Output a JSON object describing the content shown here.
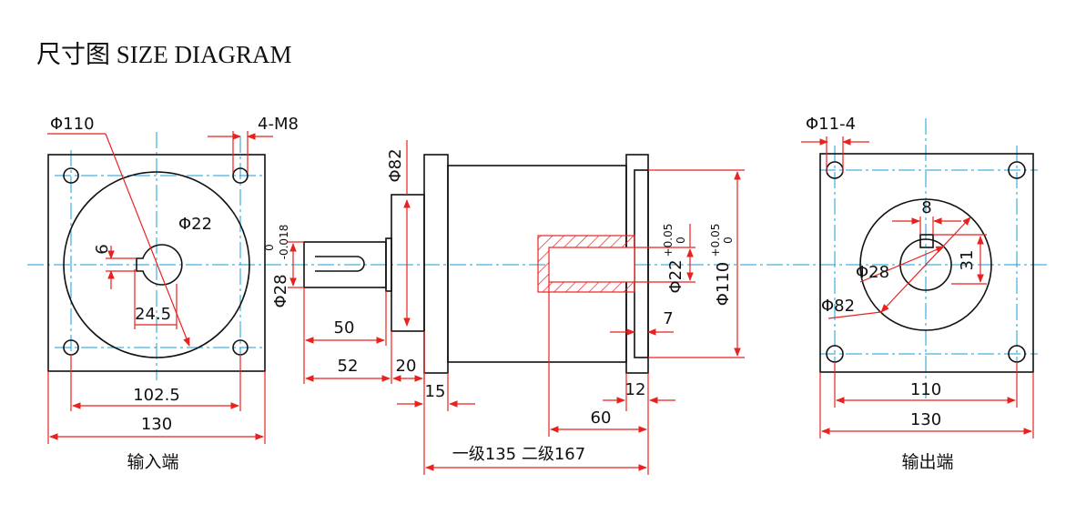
{
  "title": "尺寸图 SIZE DIAGRAM",
  "colors": {
    "outline": "#111111",
    "dimension": "#e8231f",
    "centerline": "#1a9fd6"
  },
  "input_end": {
    "caption": "输入端",
    "dims": {
      "bolt_circle": "Φ110",
      "thread": "4-M8",
      "bore": "Φ22",
      "key_width": "6",
      "key_depth": "24.5",
      "hole_pitch": "102.5",
      "flange_width": "130"
    }
  },
  "side_view": {
    "dims": {
      "pilot": "Φ82",
      "shaft": "Φ28",
      "shaft_tol_upper": "0",
      "shaft_tol_lower": "-0.018",
      "key_length": "50",
      "shaft_length": "52",
      "pilot_length": "20",
      "flange_thickness": "15",
      "bore_dia": "Φ22",
      "bore_tol_upper": "+0.05",
      "bore_tol_lower": "0",
      "spigot": "Φ110",
      "spigot_tol_upper": "+0.05",
      "spigot_tol_lower": "0",
      "spigot_depth": "7",
      "input_flange": "12",
      "bore_depth": "60",
      "overall_length": "一级135  二级167"
    }
  },
  "output_end": {
    "caption": "输出端",
    "dims": {
      "holes": "Φ11-4",
      "key_width": "8",
      "shaft": "Φ28",
      "key_height": "31",
      "pilot": "Φ82",
      "hole_pitch": "110",
      "flange_width": "130"
    }
  }
}
